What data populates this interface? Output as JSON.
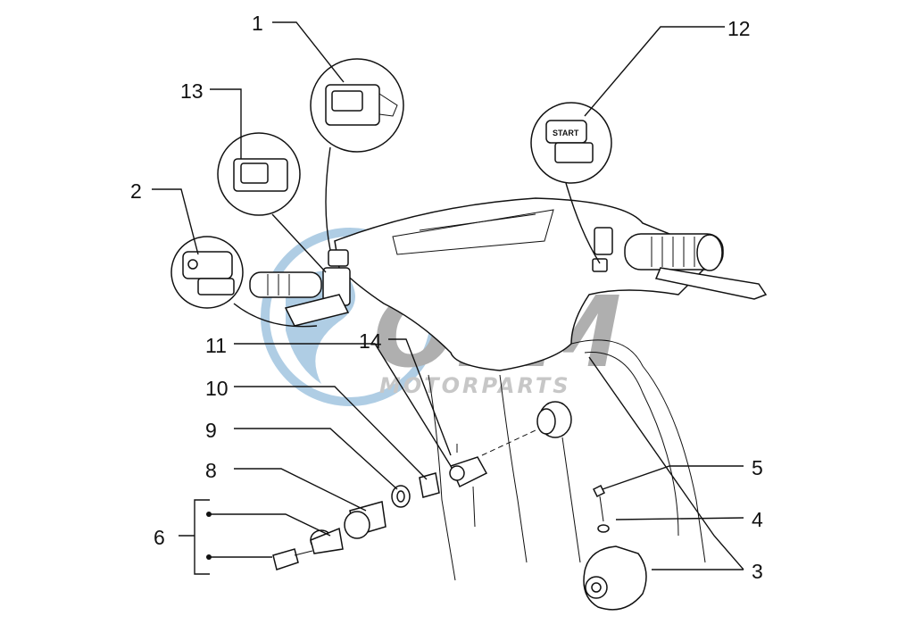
{
  "watermark": {
    "main": "OEM",
    "sub": "MOTORPARTS",
    "color": "#6fa6cf"
  },
  "callouts": [
    {
      "id": "1",
      "label": "1"
    },
    {
      "id": "2",
      "label": "2"
    },
    {
      "id": "3",
      "label": "3"
    },
    {
      "id": "4",
      "label": "4"
    },
    {
      "id": "5",
      "label": "5"
    },
    {
      "id": "6",
      "label": "6"
    },
    {
      "id": "8",
      "label": "8"
    },
    {
      "id": "9",
      "label": "9"
    },
    {
      "id": "10",
      "label": "10"
    },
    {
      "id": "11",
      "label": "11"
    },
    {
      "id": "12",
      "label": "12"
    },
    {
      "id": "13",
      "label": "13"
    },
    {
      "id": "14",
      "label": "14"
    }
  ],
  "button_text": {
    "start": "START"
  }
}
